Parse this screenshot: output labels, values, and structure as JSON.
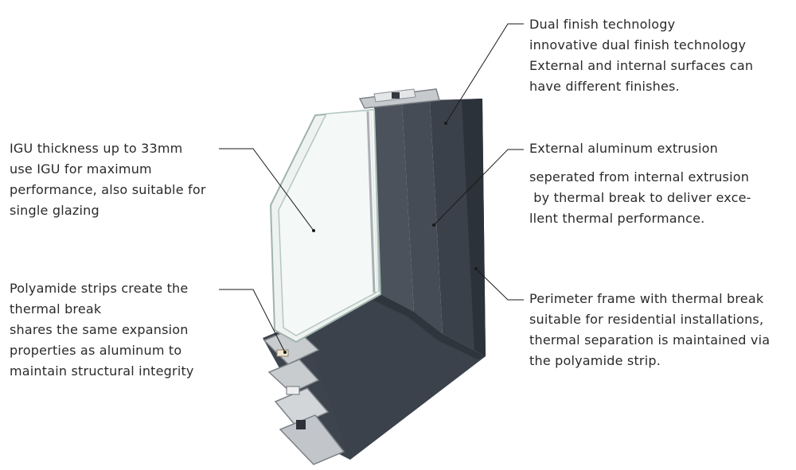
{
  "callouts": {
    "igu": {
      "title": "IGU thickness up to 33mm",
      "lines": [
        "use IGU for maximum",
        "performance, also suitable for",
        "single glazing"
      ]
    },
    "polyamide": {
      "title_lines": [
        "Polyamide strips create the",
        "thermal break"
      ],
      "lines": [
        "shares the same expansion",
        "properties as aluminum to",
        "maintain structural integrity"
      ]
    },
    "dual_finish": {
      "title": "Dual finish technology",
      "lines": [
        "innovative dual finish technology",
        "External and internal surfaces can",
        "have different finishes."
      ]
    },
    "external_extrusion": {
      "title": "External aluminum extrusion",
      "lines": [
        "seperated from internal extrusion",
        " by thermal break to deliver exce-",
        "llent thermal performance."
      ]
    },
    "perimeter": {
      "title": "Perimeter frame with thermal break",
      "lines": [
        "suitable for residential installations,",
        "thermal separation is maintained via",
        "the polyamide strip."
      ]
    }
  },
  "colors": {
    "frame": "#3b424c",
    "frame_dark": "#2d333b",
    "frame_light": "#4a515b",
    "glass": "#e9efee",
    "glass_edge": "#9fb3ad",
    "aluminum": "#c9cccf",
    "leader": "#1a1a1a"
  }
}
